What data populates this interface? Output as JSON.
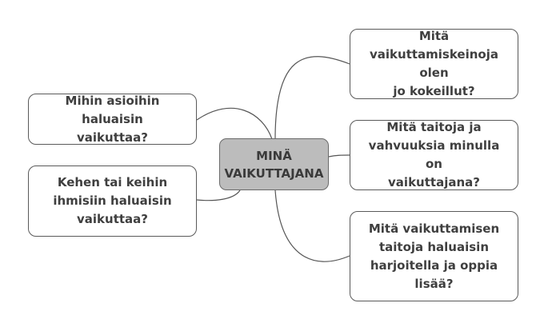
{
  "mindmap": {
    "center": {
      "line1": "MINÄ",
      "line2": "VAIKUTTAJANA"
    },
    "left": [
      {
        "lines": [
          "Mihin asioihin haluaisin",
          "vaikuttaa?"
        ]
      },
      {
        "lines": [
          "Kehen tai keihin",
          "ihmisiin haluaisin",
          "vaikuttaa?"
        ]
      }
    ],
    "right": [
      {
        "lines": [
          "Mitä",
          "vaikuttamiskeinoja olen",
          "jo kokeillut?"
        ]
      },
      {
        "lines": [
          "Mitä taitoja ja",
          "vahvuuksia minulla on",
          "vaikuttajana?"
        ]
      },
      {
        "lines": [
          "Mitä vaikuttamisen",
          "taitoja haluaisin",
          "harjoitella ja oppia",
          "lisää?"
        ]
      }
    ],
    "colors": {
      "center_fill": "#bcbcbc",
      "node_fill": "#ffffff",
      "border": "#5a5a5a",
      "text": "#3f3f3f",
      "connector": "#555555"
    }
  }
}
